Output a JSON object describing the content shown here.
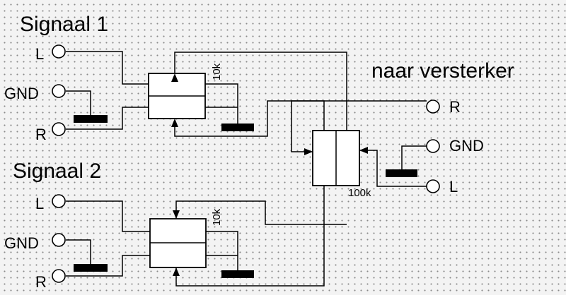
{
  "titles": {
    "signal1": "Signaal 1",
    "signal2": "Signaal 2",
    "output": "naar versterker"
  },
  "input_labels": {
    "s1_left": "L",
    "s1_gnd": "GND",
    "s1_right": "R",
    "s2_left": "L",
    "s2_gnd": "GND",
    "s2_right": "R"
  },
  "output_labels": {
    "right": "R",
    "gnd": "GND",
    "left": "L"
  },
  "component_values": {
    "pot1": "10k",
    "pot2": "10k",
    "pot3": "100k"
  }
}
